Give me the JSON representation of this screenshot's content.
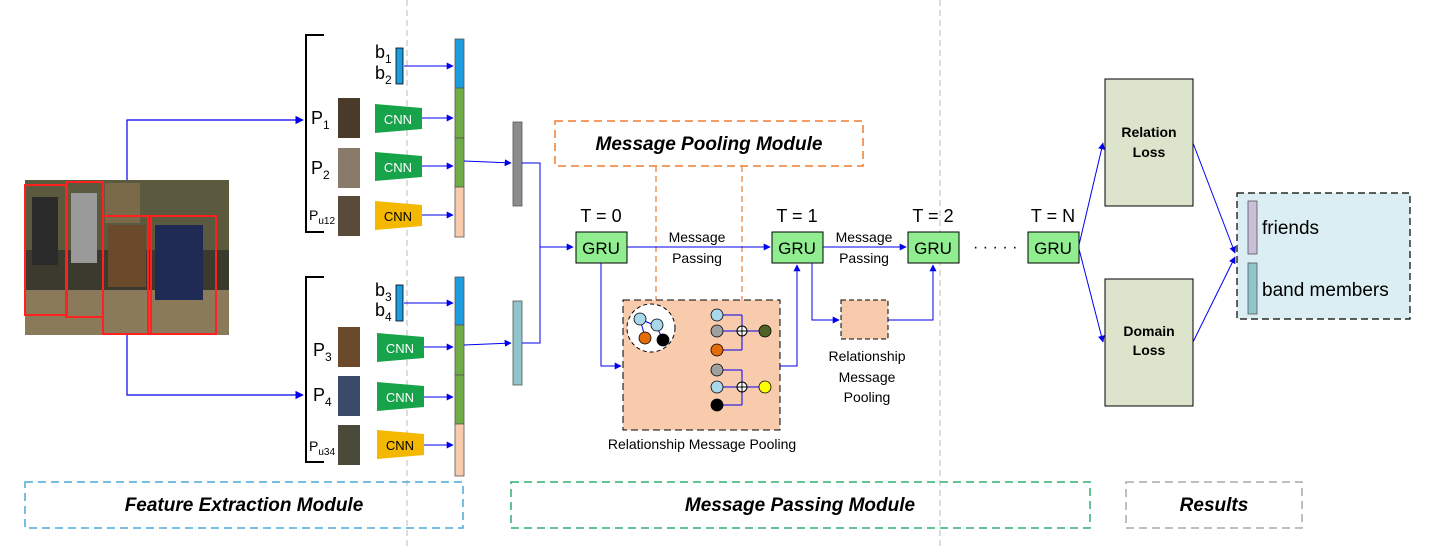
{
  "persons": {
    "p1": {
      "main": "P",
      "sub": "1"
    },
    "p2": {
      "main": "P",
      "sub": "2"
    },
    "pu12": {
      "main": "P",
      "sub": "u12"
    },
    "p3": {
      "main": "P",
      "sub": "3"
    },
    "p4": {
      "main": "P",
      "sub": "4"
    },
    "pu34": {
      "main": "P",
      "sub": "u34"
    }
  },
  "boxes": {
    "b1": {
      "main": "b",
      "sub": "1"
    },
    "b2": {
      "main": "b",
      "sub": "2"
    },
    "b3": {
      "main": "b",
      "sub": "3"
    },
    "b4": {
      "main": "b",
      "sub": "4"
    }
  },
  "cnn_label": "CNN",
  "gru_label": "GRU",
  "timesteps": [
    "T = 0",
    "T = 1",
    "T = 2",
    "T = N"
  ],
  "message_passing_label": [
    "Message",
    "Passing"
  ],
  "ellipsis": "· · · · ·",
  "modules": {
    "message_pooling": "Message Pooling Module",
    "feature_extraction": "Feature Extraction Module",
    "message_passing": "Message Passing Module",
    "results": "Results"
  },
  "pooling": {
    "main_caption": "Relationship Message Pooling",
    "small_caption": [
      "Relationship",
      "Message",
      "Pooling"
    ]
  },
  "losses": {
    "relation": [
      "Relation",
      "Loss"
    ],
    "domain": [
      "Domain",
      "Loss"
    ]
  },
  "results": [
    "friends",
    "band members"
  ],
  "colors": {
    "arrow": "#0000ee",
    "cnn_green": "#16a34a",
    "cnn_yellow": "#f5b800",
    "gru_fill": "#90ee90",
    "feat_blue": "#1e9ce0",
    "feat_green": "#70ad47",
    "feat_peach": "#f8cbad",
    "pool_fill": "#f8cbad",
    "loss_fill": "#dde4cc",
    "results_fill": "#daeef3",
    "friends_bar": "#c9bfd8",
    "band_bar": "#8fc6cc"
  }
}
